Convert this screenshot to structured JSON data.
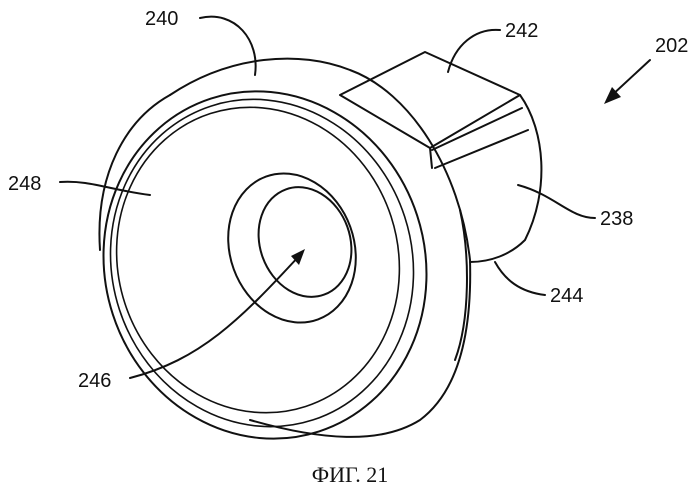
{
  "figure": {
    "caption": "ФИГ. 21",
    "labels": {
      "l202": "202",
      "l240": "240",
      "l242": "242",
      "l248": "248",
      "l238": "238",
      "l244": "244",
      "l246": "246"
    }
  }
}
